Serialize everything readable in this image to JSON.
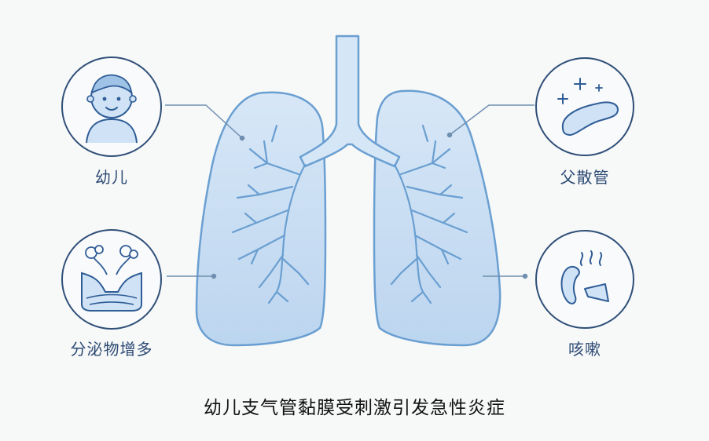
{
  "diagram": {
    "items": [
      {
        "id": "infant",
        "label": "幼儿"
      },
      {
        "id": "bronchiole",
        "label": "父散管"
      },
      {
        "id": "secretion",
        "label": "分泌物增多"
      },
      {
        "id": "cough",
        "label": "咳嗽"
      }
    ],
    "caption": "幼儿支气管黏膜受刺激引发急性炎症"
  },
  "colors": {
    "lung_fill": "#c9def3",
    "lung_stroke": "#6a9fd1",
    "trachea_fill": "#d5e6f7",
    "icon_stroke": "#2f5d96",
    "icon_fill": "#cfe2f6",
    "circle_stroke": "#2f4f78",
    "connector": "#6f8fb0",
    "label_text": "#2c4a74",
    "caption_text": "#111111",
    "background": "#f7f8f8"
  }
}
